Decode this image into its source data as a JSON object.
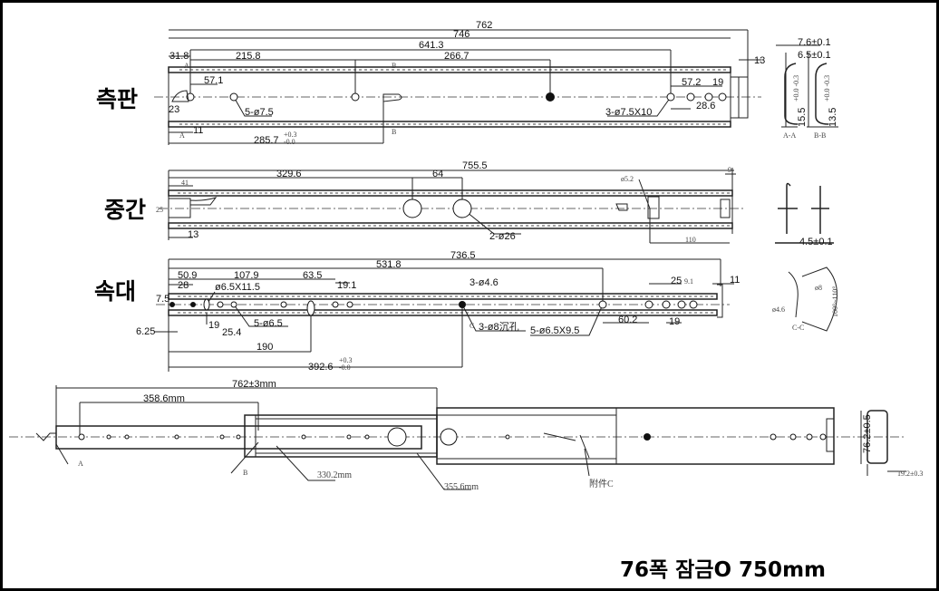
{
  "views": {
    "side_panel": {
      "label": "측판",
      "dims": [
        "762",
        "746",
        "641.3",
        "31.8",
        "215.8",
        "266.7",
        "57.1",
        "5-ø7.5",
        "3-ø7.5X10",
        "57.2",
        "19",
        "28.6",
        "23",
        "11",
        "285.7",
        "+0.3",
        "-0.0",
        "13"
      ],
      "section_marks": [
        "A",
        "B",
        "A",
        "B"
      ]
    },
    "middle": {
      "label": "중간",
      "dims": [
        "755.5",
        "329.6",
        "64",
        "41",
        "9",
        "ø5.2",
        "2-ø26",
        "25",
        "13",
        "110"
      ]
    },
    "inner": {
      "label": "속대",
      "dims": [
        "736.5",
        "531.8",
        "50.9",
        "107.9",
        "63.5",
        "19.1",
        "28",
        "ø6.5X11.5",
        "3-ø4.6",
        "25",
        "9.1",
        "11",
        "7.5",
        "19",
        "25.4",
        "5-ø6.5",
        "6.25",
        "190",
        "392.6",
        "+0.3",
        "-0.0",
        "3-ø8沉孔",
        "5-ø6.5X9.5",
        "60.2",
        "19",
        "C"
      ]
    }
  },
  "sections": {
    "dims": [
      "7.6±0.1",
      "6.5±0.1",
      "15.5",
      "+0.0 -0.3",
      "13.5",
      "+0.0 -0.3",
      "A-A",
      "B-B",
      "4.5±0.1",
      "ø8",
      "ø4.6",
      "100°~110°",
      "C-C"
    ]
  },
  "assembly": {
    "dims": [
      "762±3mm",
      "358.6mm",
      "330.2mm",
      "355.6mm",
      "附件C",
      "76.2±0.5",
      "19.2±0.3",
      "A",
      "B"
    ]
  },
  "caption": "76폭 잠금O 750mm"
}
